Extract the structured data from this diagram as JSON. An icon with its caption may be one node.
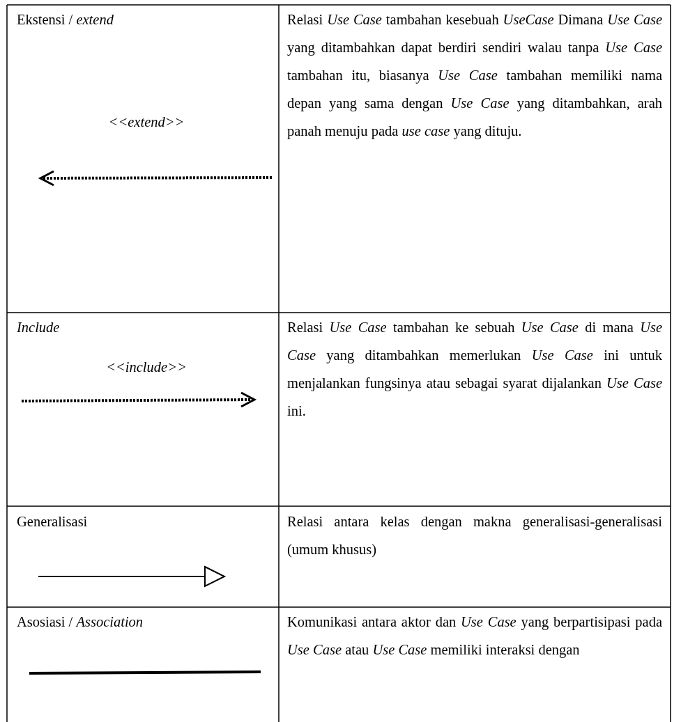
{
  "diagram": {
    "labels": [
      "Ekstensi / *extend*",
      "<<extend>>",
      "Relasi *Use Case* tambahan kesebuah *UseCase* Dimana *Use Case* yang ditambahkan dapat berdiri sendiri walau tanpa *Use Case* tambahan itu, biasanya *Use Case* tambahan memiliki nama depan yang sama dengan *Use Case* yang ditambahkan, arah panah menuju pada *use case* yang dituju.",
      "Include",
      "<<include>>",
      "Relasi *Use Case* tambahan ke sebuah *Use Case* di mana *Use Case* yang ditambahkan memerlukan *Use Case* ini untuk menjalankan fungsinya atau sebagai syarat dijalankan *Use Case* ini.",
      "Generalisasi",
      "Relasi antara kelas dengan makna generalisasi-generalisasi (umum khusus)",
      "Asosiasi / *Association*",
      "Komunikasi antara aktor dan *Use Case* yang berpartisipasi pada *Use Case* atau *Use Case* memiliki interaksi dengan"
    ]
  }
}
